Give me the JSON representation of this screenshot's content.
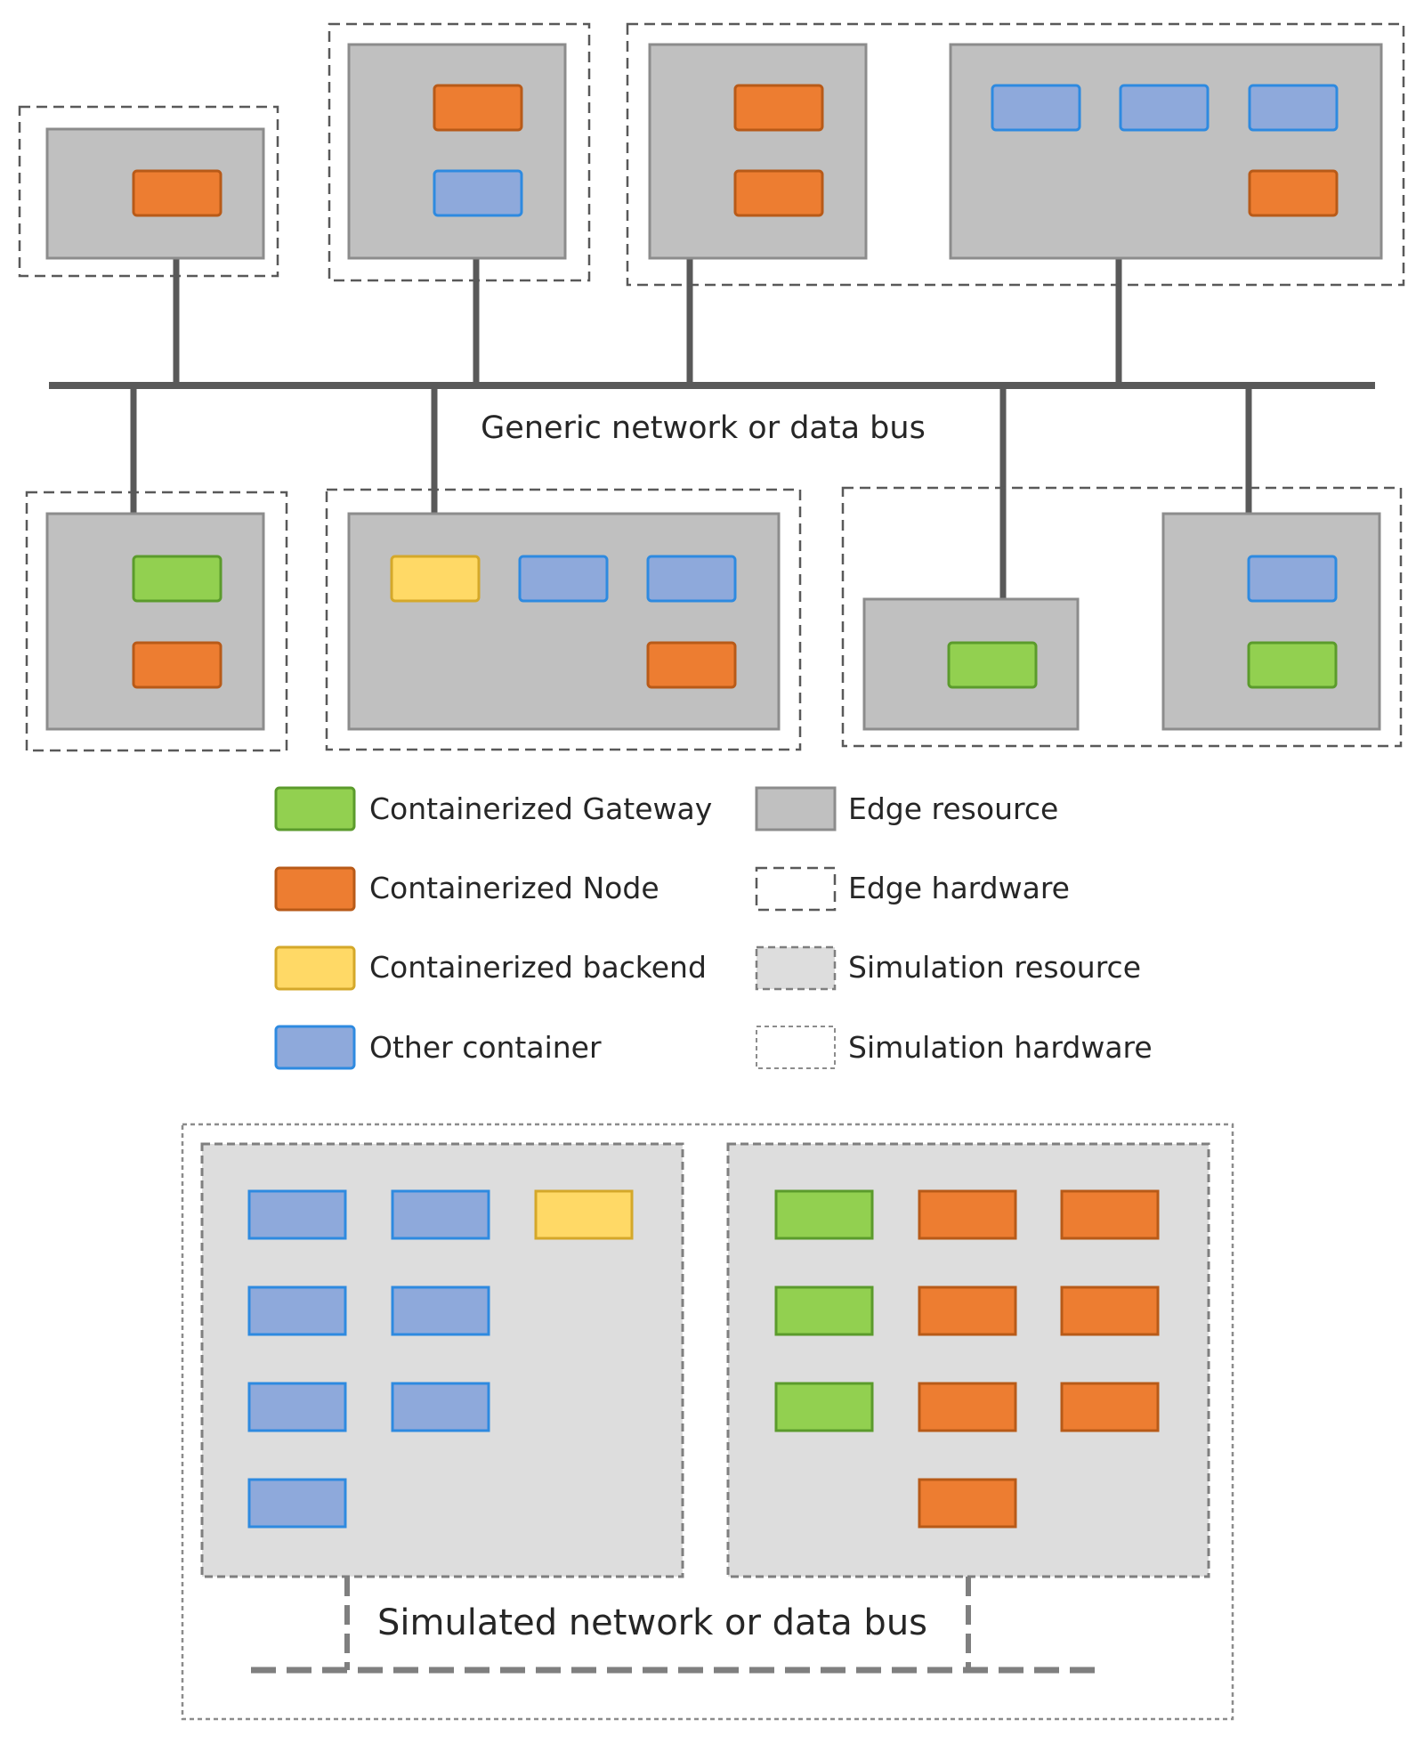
{
  "colors": {
    "gateway_fill": "#92D050",
    "gateway_stroke": "#5B9B2C",
    "node_fill": "#ED7D31",
    "node_stroke": "#B85A18",
    "backend_fill": "#FFD966",
    "backend_stroke": "#D4A82A",
    "other_fill": "#8EA9DB",
    "other_stroke": "#2E8AE0",
    "edge_resource_fill": "#C0C0C0",
    "edge_resource_stroke": "#8C8C8C",
    "sim_resource_fill": "#DDDDDD",
    "sim_resource_stroke": "#8C8C8C",
    "bus": "#595959"
  },
  "bus": {
    "generic_label": "Generic network or data bus",
    "simulated_label": "Simulated network or data bus"
  },
  "legend": {
    "gateway": "Containerized Gateway",
    "node": "Containerized Node",
    "backend": "Containerized backend",
    "other": "Other container",
    "edge_resource": "Edge resource",
    "edge_hardware": "Edge hardware",
    "sim_resource": "Simulation resource",
    "sim_hardware": "Simulation hardware"
  }
}
